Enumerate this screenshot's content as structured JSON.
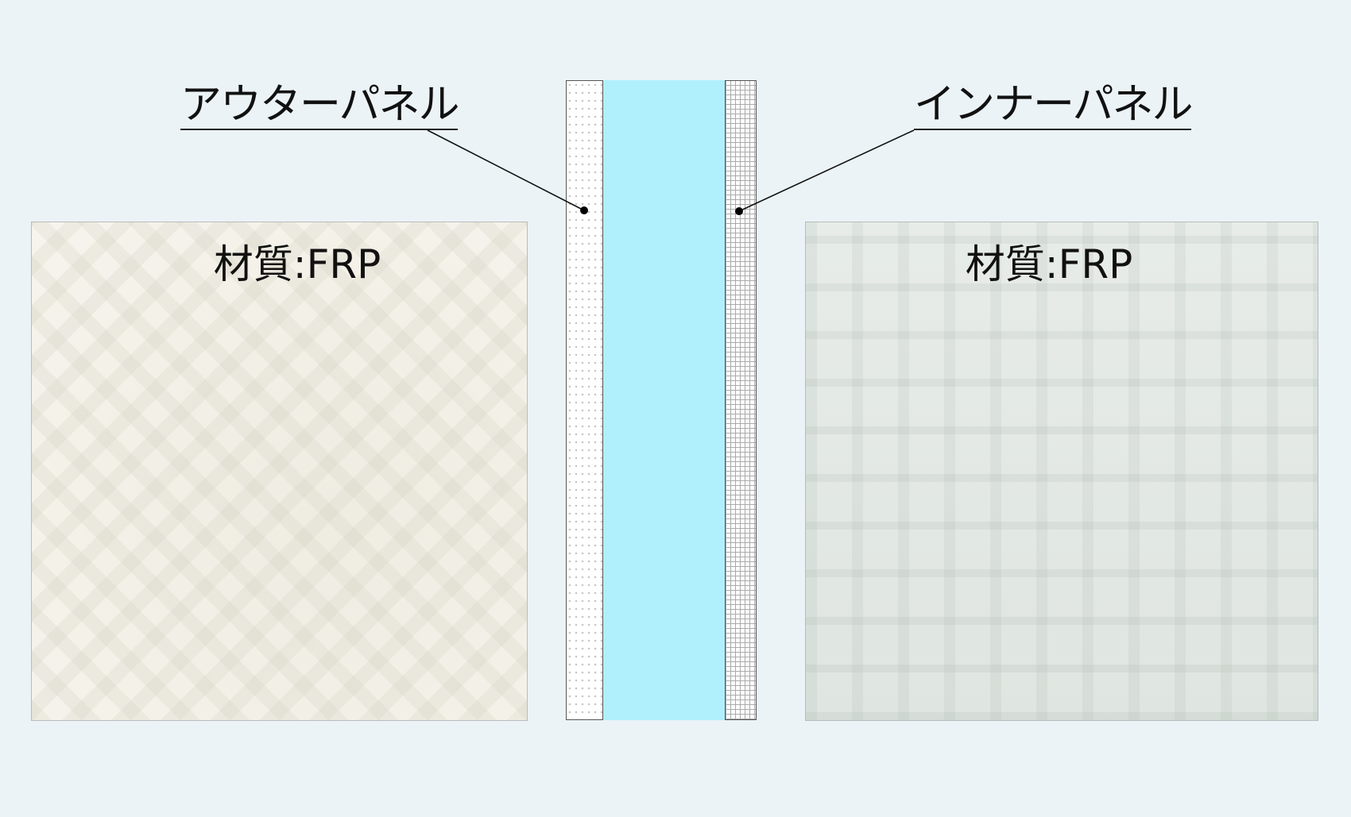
{
  "labels": {
    "outer_panel": "アウターパネル",
    "inner_panel": "インナーパネル"
  },
  "photos": {
    "outer_material": "材質:FRP",
    "inner_material": "材質:FRP"
  },
  "colors": {
    "background": "#ebf3f7",
    "core": "#b0effc"
  }
}
